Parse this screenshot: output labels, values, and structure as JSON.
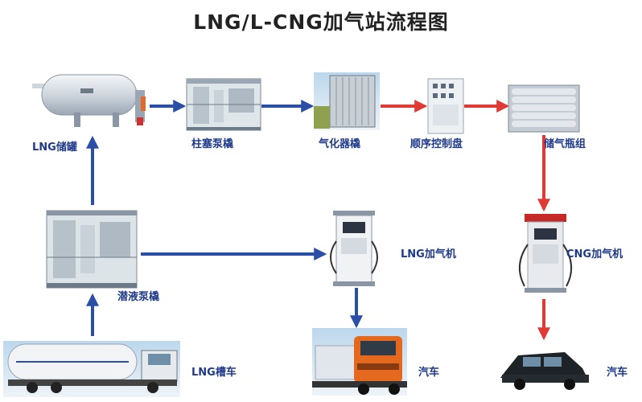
{
  "title": "LNG/L-CNG加气站流程图",
  "colors": {
    "lng_flow": "#2b4fa6",
    "cng_flow": "#e13a35",
    "label": "#1f3a8a"
  },
  "nodes": {
    "lng_tank": {
      "label": "LNG储罐",
      "icon": "storage-tank-icon"
    },
    "plunger_pump": {
      "label": "柱塞泵橇",
      "icon": "pump-skid-icon"
    },
    "vaporizer": {
      "label": "气化器橇",
      "icon": "vaporizer-icon"
    },
    "control_panel": {
      "label": "顺序控制盘",
      "icon": "control-panel-icon"
    },
    "cylinder_bank": {
      "label": "储气瓶组",
      "icon": "cylinder-bank-icon"
    },
    "submerged_pump": {
      "label": "潜液泵橇",
      "icon": "pump-skid-icon"
    },
    "lng_dispenser": {
      "label": "LNG加气机",
      "icon": "dispenser-icon"
    },
    "cng_dispenser": {
      "label": "CNG加气机",
      "icon": "dispenser-icon"
    },
    "lng_tanker": {
      "label": "LNG槽车",
      "icon": "tanker-truck-icon"
    },
    "lng_vehicle": {
      "label": "汽车",
      "icon": "truck-icon"
    },
    "cng_vehicle": {
      "label": "汽车",
      "icon": "car-icon"
    }
  },
  "edges": [
    {
      "from": "lng_tanker",
      "to": "submerged_pump",
      "color": "lng_flow"
    },
    {
      "from": "submerged_pump",
      "to": "lng_tank",
      "color": "lng_flow"
    },
    {
      "from": "lng_tank",
      "to": "plunger_pump",
      "color": "lng_flow"
    },
    {
      "from": "plunger_pump",
      "to": "vaporizer",
      "color": "lng_flow"
    },
    {
      "from": "vaporizer",
      "to": "control_panel",
      "color": "cng_flow"
    },
    {
      "from": "control_panel",
      "to": "cylinder_bank",
      "color": "cng_flow"
    },
    {
      "from": "cylinder_bank",
      "to": "cng_dispenser",
      "color": "cng_flow"
    },
    {
      "from": "cng_dispenser",
      "to": "cng_vehicle",
      "color": "cng_flow"
    },
    {
      "from": "submerged_pump",
      "to": "lng_dispenser",
      "color": "lng_flow"
    },
    {
      "from": "lng_dispenser",
      "to": "lng_vehicle",
      "color": "lng_flow"
    }
  ]
}
